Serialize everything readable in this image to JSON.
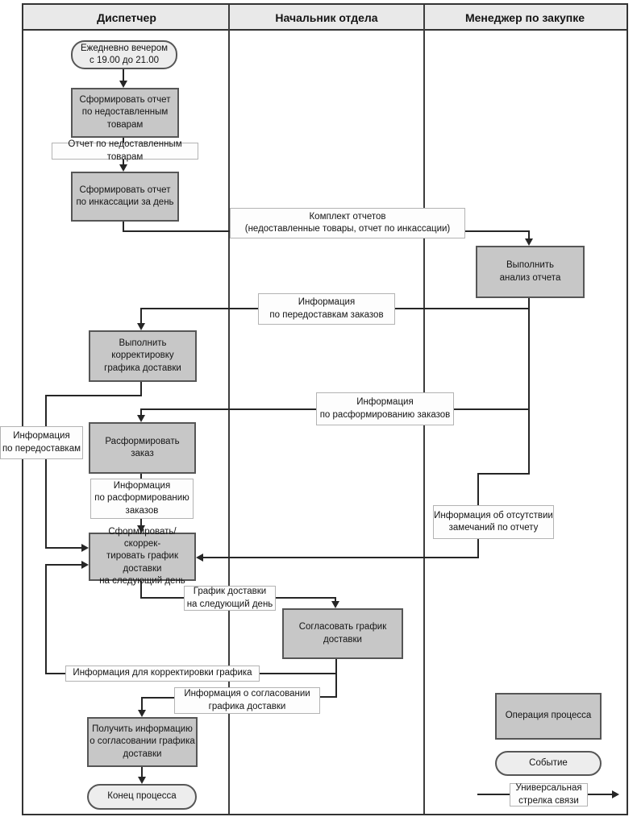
{
  "header": {
    "col1": "Диспетчер",
    "col2": "Начальник отдела",
    "col3": "Менеджер по закупке"
  },
  "nodes": {
    "start_event": "Ежедневно вечером\nс 19.00 до 21.00",
    "form_undelivered_report": "Сформировать отчет\nпо недоставленным\nтоварам",
    "undelivered_report_label": "Отчет по недоставленным товарам",
    "form_cash_report": "Сформировать отчет\nпо инкассации за день",
    "reports_set_label": "Комплект отчетов\n(недоставленные товары, отчет по инкассации)",
    "analyze_report": "Выполнить\nанализ отчета",
    "redelivery_orders_label": "Информация\nпо передоставкам заказов",
    "correct_schedule": "Выполнить\nкорректировку\nграфика доставки",
    "disband_orders_label": "Информация\nпо расформированию заказов",
    "disband_order": "Расформировать\nзаказ",
    "redelivery_left_label": "Информация\nпо передоставкам",
    "disband_info_label": "Информация\nпо расформированию\nзаказов",
    "no_remarks_label": "Информация об отсутствии\nзамечаний по отчету",
    "form_next_day_schedule": "Сформировать/скоррек-\nтировать график доставки\nна следующий день",
    "next_day_schedule_label": "График доставки\nна следующий день",
    "agree_schedule": "Согласовать график\nдоставки",
    "correction_info_label": "Информация для корректировки графика",
    "agreement_info_label": "Информация о согласовании\nграфика доставки",
    "receive_agreement_info": "Получить информацию\nо согласовании графика\nдоставки",
    "end_event": "Конец процесса"
  },
  "legend": {
    "operation": "Операция процесса",
    "event": "Событие",
    "arrow": "Универсальная\nстрелка связи"
  },
  "colors": {
    "operation_fill": "#c7c7c7",
    "event_fill": "#ededed",
    "label_fill": "#fdfdfd",
    "header_fill": "#e9e9e9",
    "line": "#262626",
    "shape_border": "#565656"
  }
}
